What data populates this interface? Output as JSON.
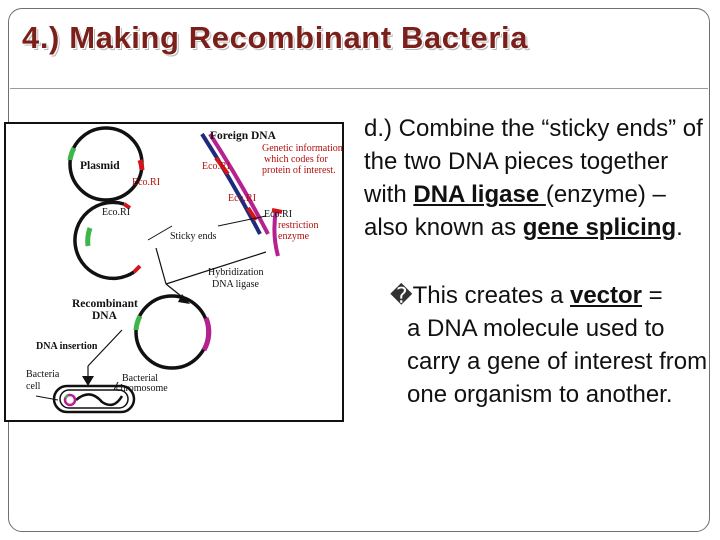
{
  "slide": {
    "title": "4.) Making Recombinant Bacteria"
  },
  "diagram": {
    "labels": {
      "foreign_dna": "Foreign DNA",
      "genetic_info": [
        "Genetic information",
        "which codes for",
        "protein of interest."
      ],
      "plasmid": "Plasmid",
      "ecori_1": "Eco.RI",
      "ecori_2": "Eco.RI",
      "ecori_3": "Eco.RI",
      "ecori_4": "Eco.RI",
      "ecori_5": "Eco.RI",
      "restriction_enzyme": [
        "restriction",
        "enzyme"
      ],
      "sticky_ends": "Sticky ends",
      "hybridization": [
        "Hybridization",
        "DNA ligase"
      ],
      "recombinant": [
        "Recombinant",
        "DNA"
      ],
      "dna_insertion": "DNA insertion",
      "bacteria_cell": [
        "Bacteria",
        "cell"
      ],
      "bacterial_chromosome": [
        "Bacterial",
        "chromosome"
      ]
    },
    "colors": {
      "red": "#d3141a",
      "navy": "#1d2b7a",
      "magenta": "#b5218f",
      "green": "#3fb64a"
    }
  },
  "body": {
    "p1_a": "d.) Combine the “sticky ends” of the two DNA pieces together with ",
    "p1_ligase": "DNA ligase ",
    "p1_b": "(enzyme) – also known as ",
    "p1_splicing": "gene splicing",
    "p1_c": ".",
    "bullet_glyph": "�",
    "p2_a": "This creates a ",
    "p2_vector": "vector",
    "p2_b": " = a DNA molecule used to carry a gene of interest from one organism to another."
  }
}
